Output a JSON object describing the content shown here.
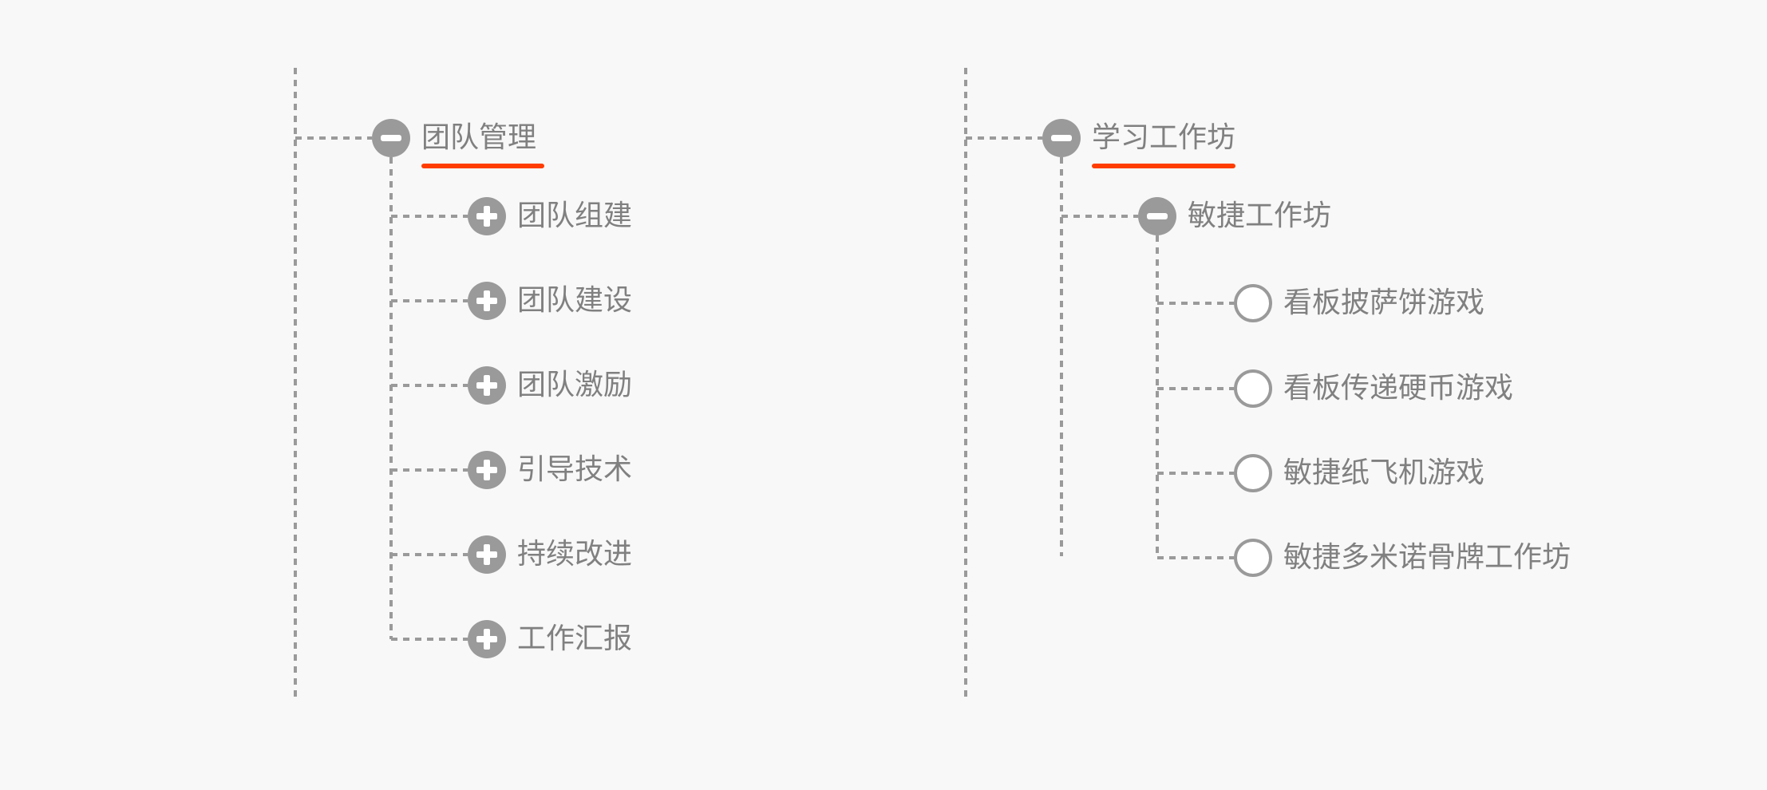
{
  "colors": {
    "line": "#9a9a9a",
    "accent": "#ff3d00",
    "text": "#808080"
  },
  "trees": [
    {
      "root": {
        "label": "团队管理",
        "icon": "minus-circle-icon"
      },
      "children": [
        {
          "label": "团队组建",
          "icon": "plus-circle-icon"
        },
        {
          "label": "团队建设",
          "icon": "plus-circle-icon"
        },
        {
          "label": "团队激励",
          "icon": "plus-circle-icon"
        },
        {
          "label": "引导技术",
          "icon": "plus-circle-icon"
        },
        {
          "label": "持续改进",
          "icon": "plus-circle-icon"
        },
        {
          "label": "工作汇报",
          "icon": "plus-circle-icon"
        }
      ]
    },
    {
      "root": {
        "label": "学习工作坊",
        "icon": "minus-circle-icon"
      },
      "children": [
        {
          "label": "敏捷工作坊",
          "icon": "minus-circle-icon",
          "children": [
            {
              "label": "看板披萨饼游戏",
              "icon": "empty-circle-icon"
            },
            {
              "label": "看板传递硬币游戏",
              "icon": "empty-circle-icon"
            },
            {
              "label": "敏捷纸飞机游戏",
              "icon": "empty-circle-icon"
            },
            {
              "label": "敏捷多米诺骨牌工作坊",
              "icon": "empty-circle-icon"
            }
          ]
        }
      ]
    }
  ]
}
